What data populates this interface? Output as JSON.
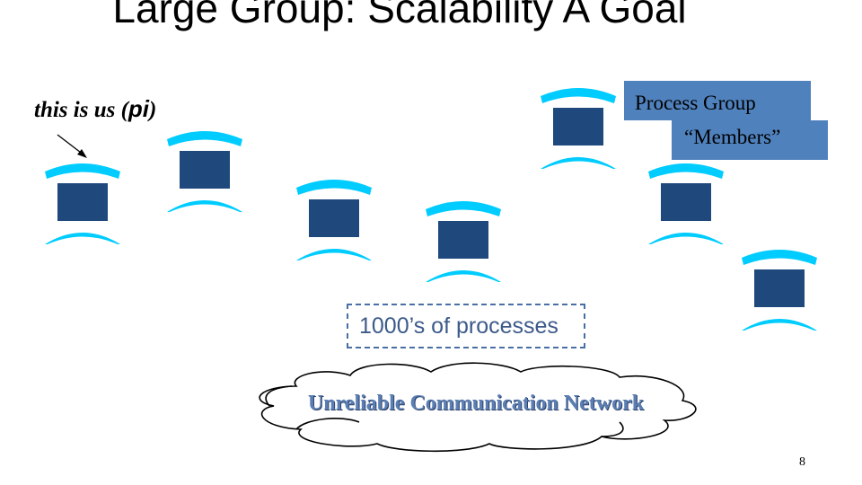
{
  "slide": {
    "title": "Large Group: Scalability A Goal",
    "pointer_label": "this is us (",
    "pointer_pi": "pi",
    "pointer_close": ")",
    "process_group_label": "Process Group",
    "members_label": "“Members”",
    "process_count_label": "1000’s of processes",
    "network_label": "Unreliable Communication Network",
    "page_number": "8"
  },
  "colors": {
    "node_square": "#1f497d",
    "node_arc": "#00ccff",
    "label_box": "#4f81bd",
    "network_text": "#5b7fb4"
  }
}
